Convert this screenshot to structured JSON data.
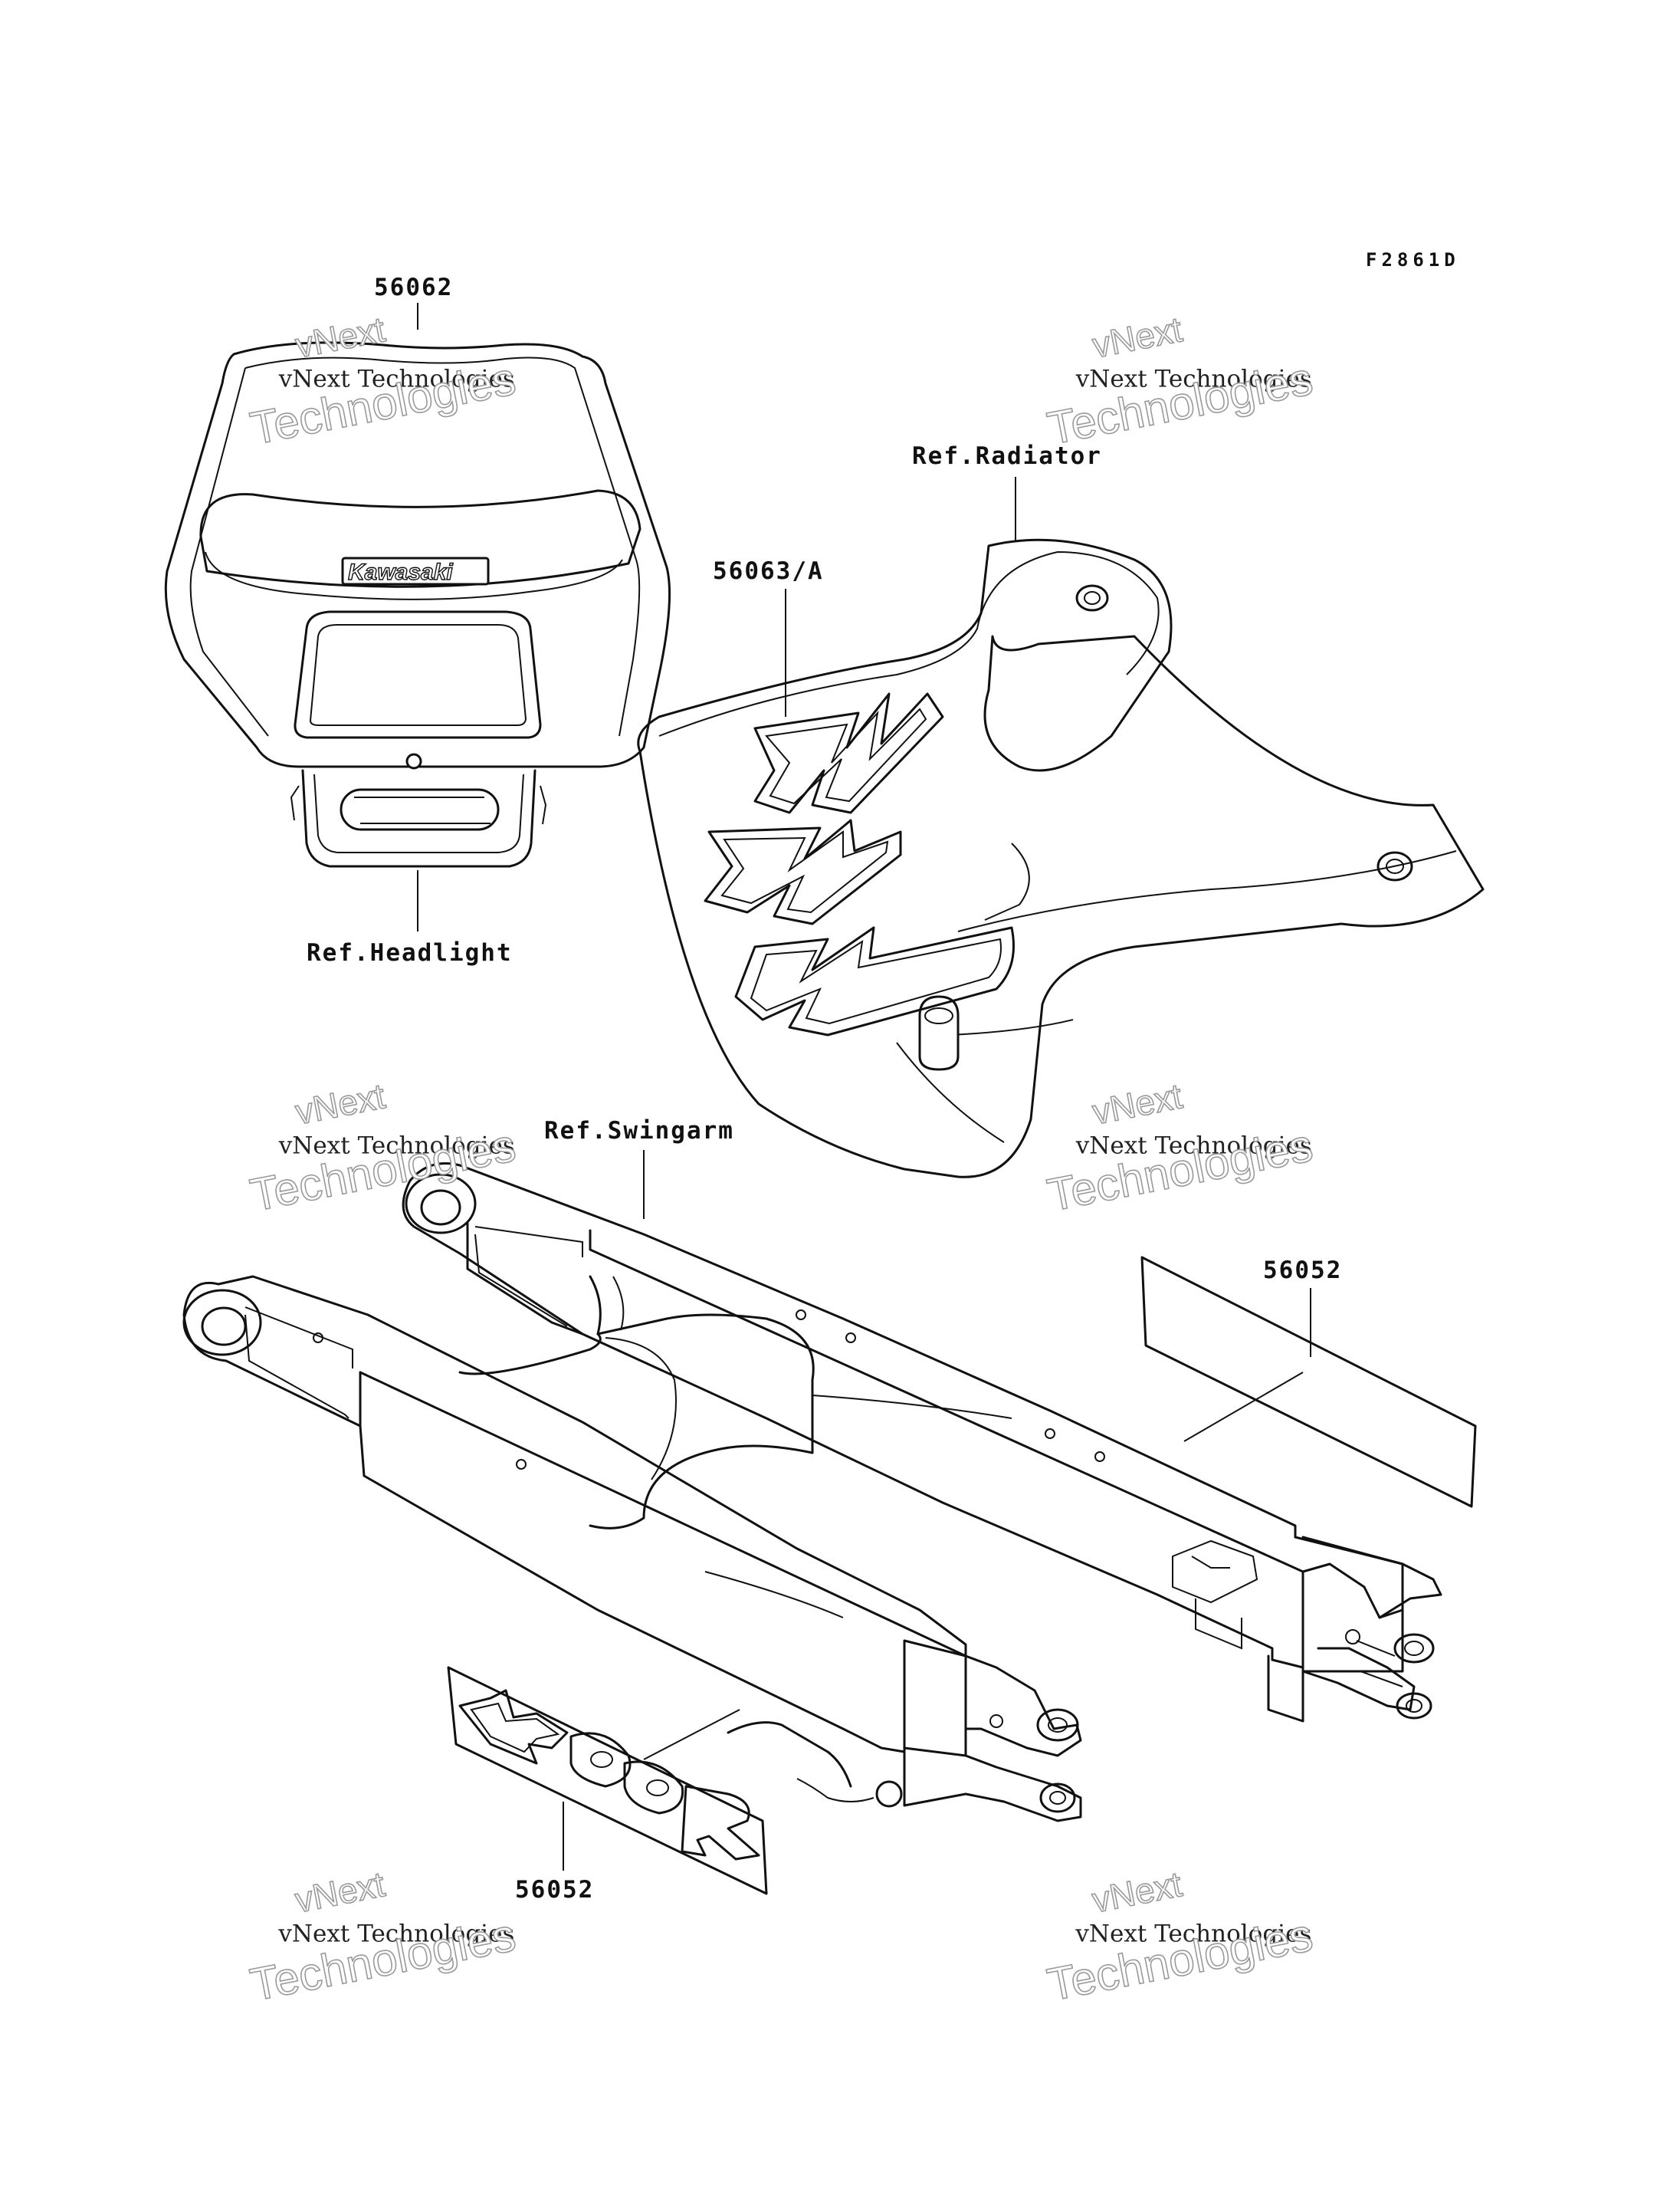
{
  "figure_code": "F2861D",
  "labels": {
    "headlight_decal": "56062",
    "headlight_ref": "Ref.Headlight",
    "radiator_decal": "56063/A",
    "radiator_ref": "Ref.Radiator",
    "swingarm_ref": "Ref.Swingarm",
    "swingarm_decal_right": "56052",
    "swingarm_decal_left": "56052"
  },
  "brand_text": "Kawasaki",
  "watermark": {
    "line1": "vNext",
    "line2": "vNext Technologies",
    "line3": "Technologies"
  }
}
